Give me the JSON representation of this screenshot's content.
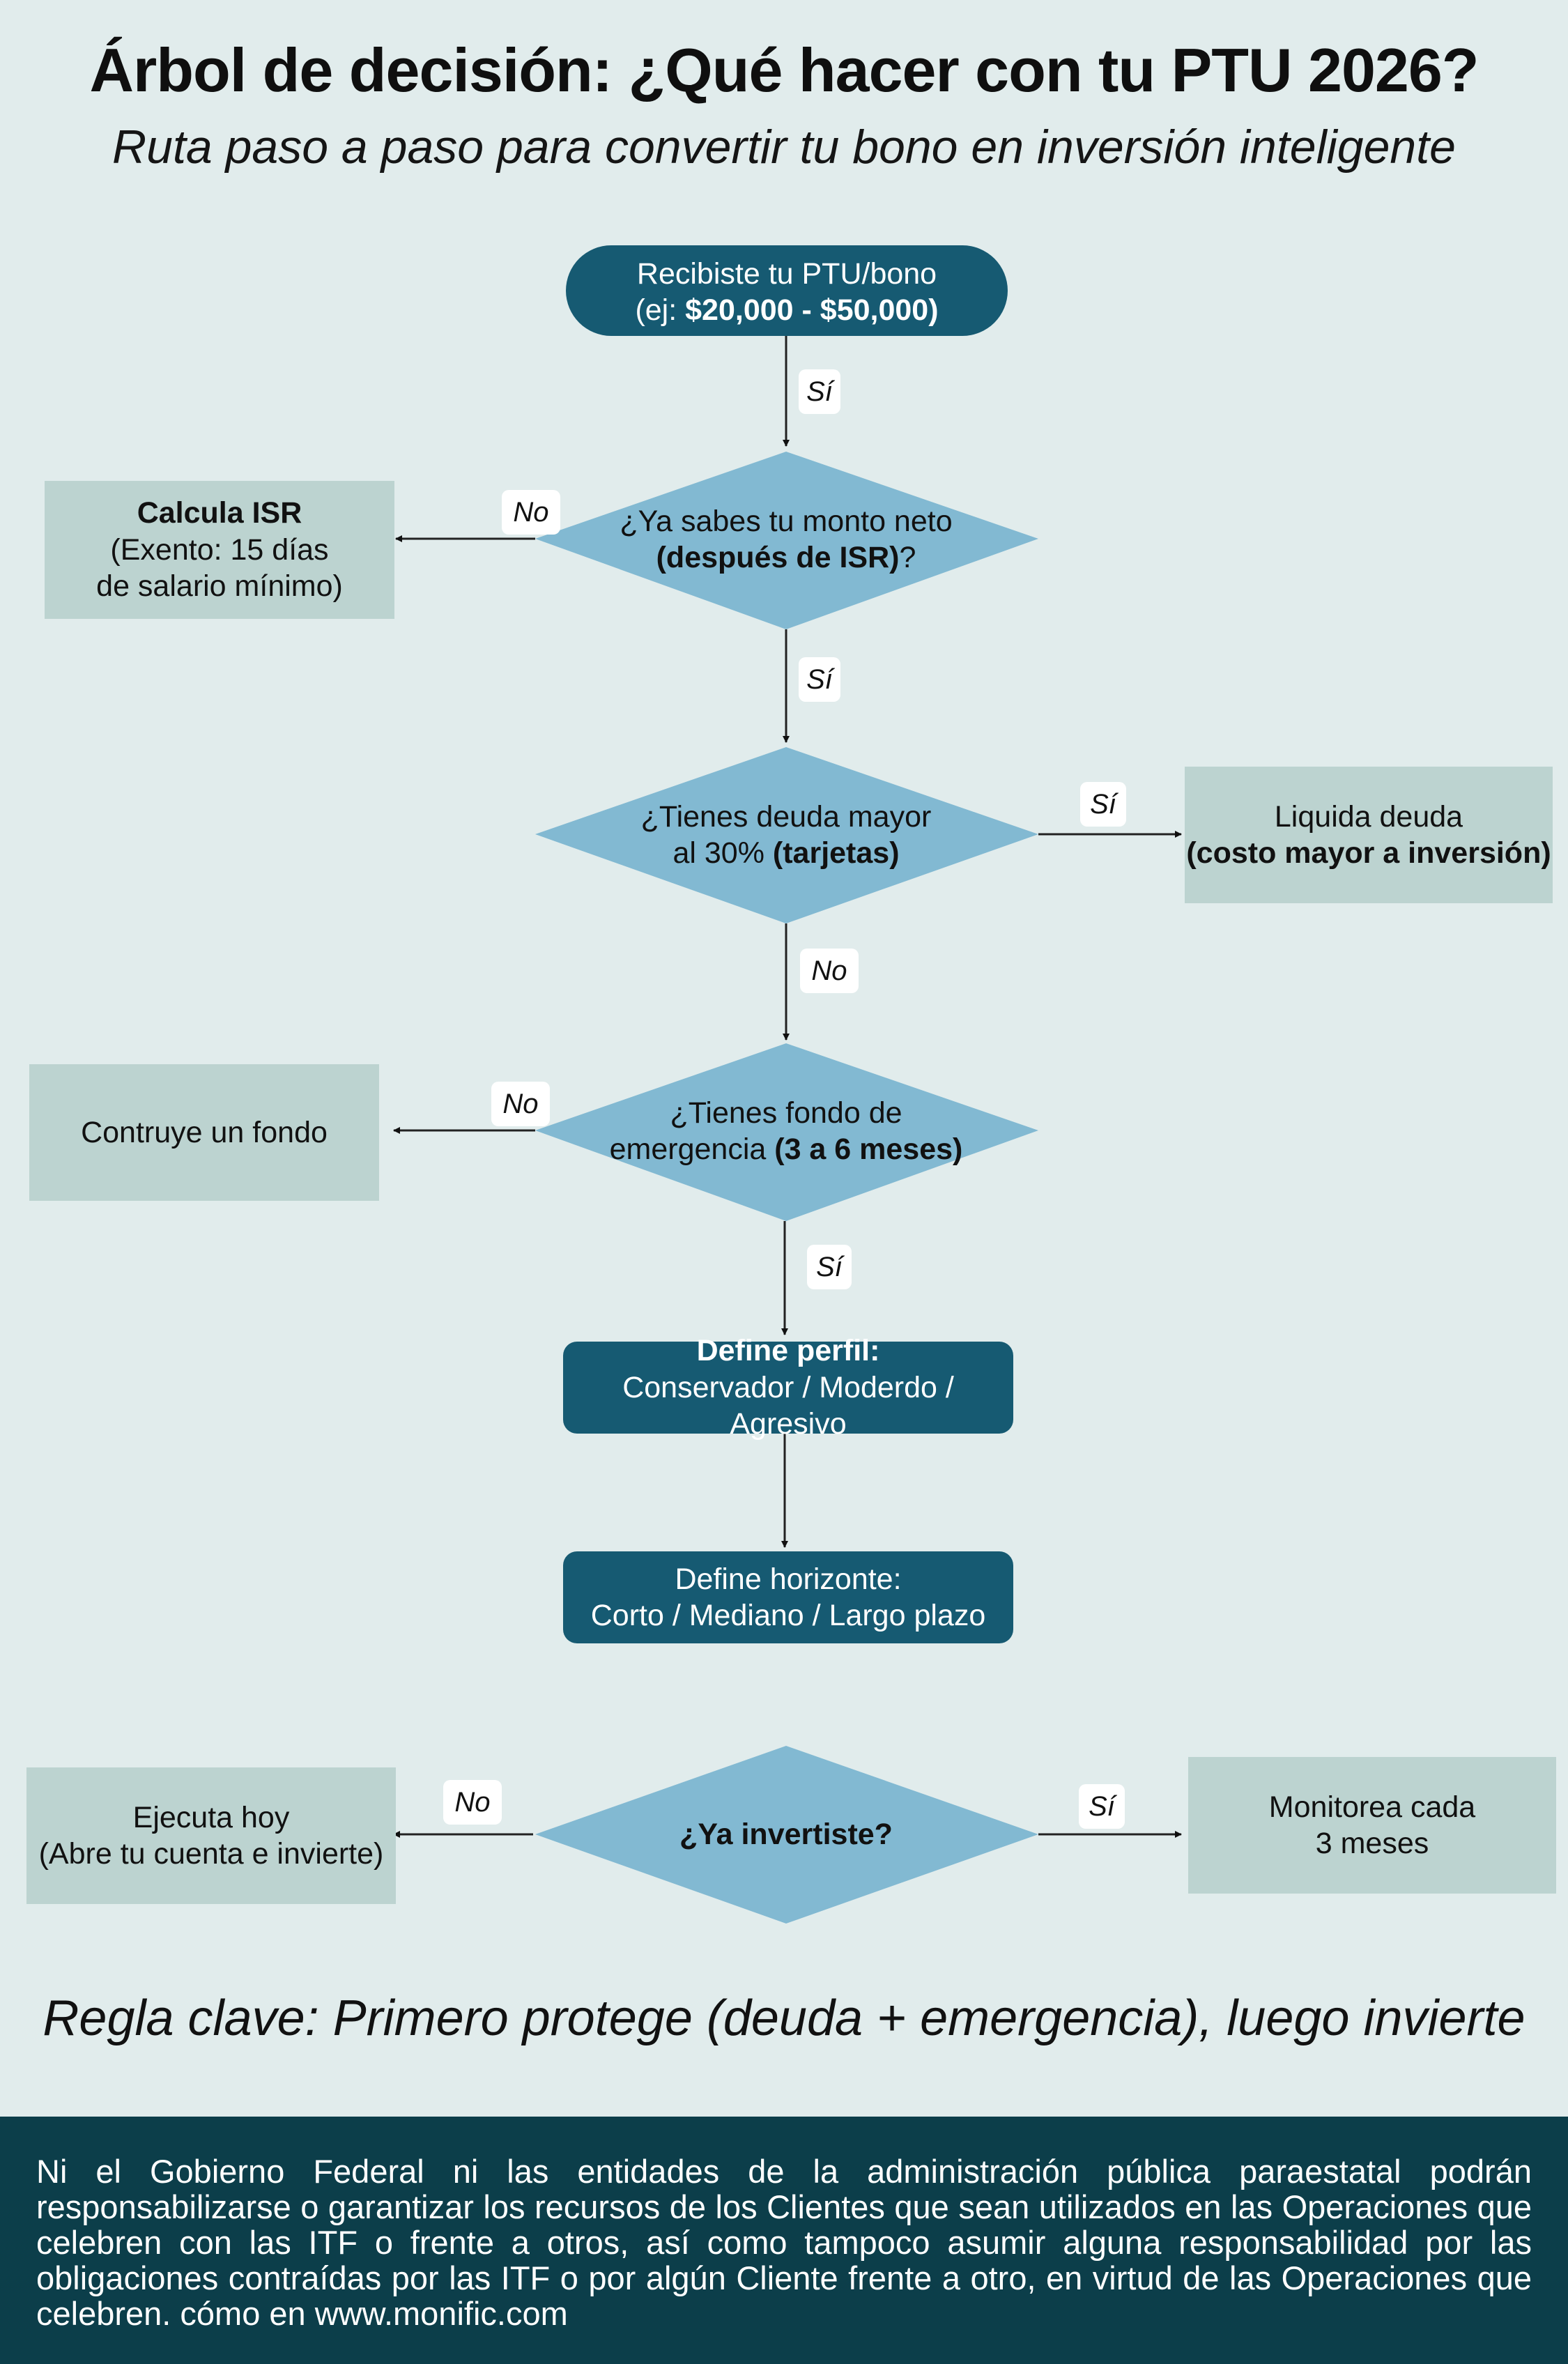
{
  "header": {
    "title": "Árbol de decisión: ¿Qué hacer con tu PTU 2026?",
    "subtitle": "Ruta paso a paso para convertir tu bono en inversión inteligente"
  },
  "nodes": {
    "start": {
      "line1": "Recibiste tu PTU/bono",
      "line2_pre": "(ej: ",
      "line2_bold": "$20,000 - $50,000)"
    },
    "q_net": {
      "line1": "¿Ya sabes tu monto neto",
      "line2_bold": "(después de ISR)",
      "line2_post": "?"
    },
    "isr": {
      "title": "Calcula ISR",
      "line2": "(Exento: 15 días",
      "line3": "de salario mínimo)"
    },
    "q_debt": {
      "line1": "¿Tienes deuda mayor",
      "line2_pre": "al 30% ",
      "line2_bold": "(tarjetas)"
    },
    "pay_debt": {
      "line1": "Liquida deuda",
      "line2_bold": "(costo mayor a inversión)"
    },
    "q_fund": {
      "line1": "¿Tienes fondo de",
      "line2_pre": "emergencia ",
      "line2_bold": "(3 a 6 meses)"
    },
    "build_fund": {
      "line1": "Contruye un fondo"
    },
    "profile": {
      "title": "Define perfil:",
      "line2": "Conservador / Moderdo / Agresivo"
    },
    "horizon": {
      "line1": "Define horizonte:",
      "line2": "Corto / Mediano / Largo plazo"
    },
    "q_invested": {
      "text_bold": "¿Ya invertiste?"
    },
    "execute": {
      "line1": "Ejecuta hoy",
      "line2": "(Abre tu cuenta e invierte)"
    },
    "monitor": {
      "line1": "Monitorea cada",
      "line2": "3 meses"
    }
  },
  "labels": {
    "si_start": "Sí",
    "no_net": "No",
    "si_net": "Sí",
    "si_debt": "Sí",
    "no_debt": "No",
    "no_fund": "No",
    "si_fund": "Sí",
    "no_invested": "No",
    "si_invested": "Sí"
  },
  "rule": "Regla clave: Primero protege (deuda + emergencia), luego invierte",
  "disclaimer": "Ni el Gobierno Federal ni las entidades de la administración pública paraestatal podrán responsabilizarse o garantizar los recursos de los Clientes que sean utilizados en las Operaciones que celebren con las ITF o frente a otros, así como tampoco asumir alguna responsabilidad por las obligaciones contraídas por las ITF o por algún Cliente frente a otro, en virtud de las Operaciones que celebren. cómo en www.monific.com",
  "colors": {
    "background": "#e1ecec",
    "dark_node": "#165a72",
    "decision": "#82b9d2",
    "light_box": "#bcd3d0",
    "footer_band": "#0c3e4a"
  }
}
